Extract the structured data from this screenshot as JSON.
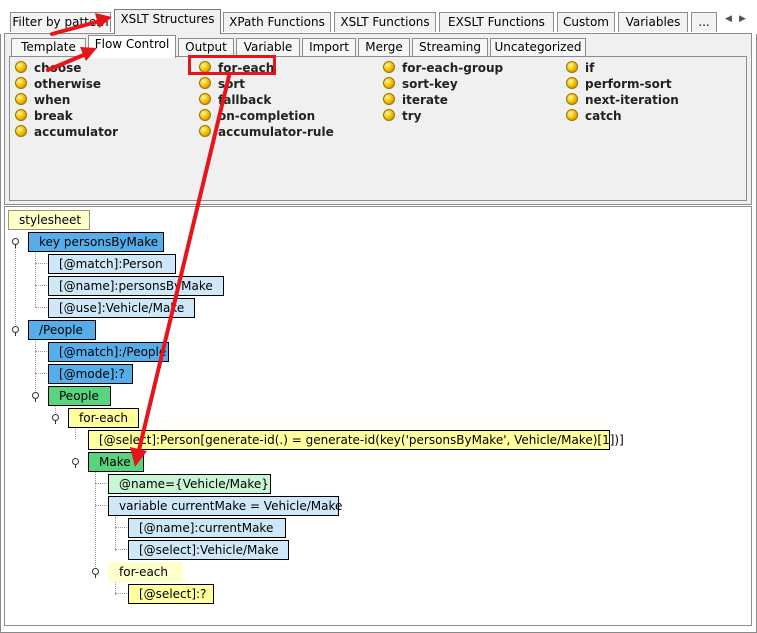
{
  "top_tabs": [
    "Filter by pattern",
    "XSLT Structures",
    "XPath Functions",
    "XSLT Functions",
    "EXSLT Functions",
    "Custom",
    "Variables",
    "..."
  ],
  "sub_tabs": [
    "Template",
    "Flow Control",
    "Output",
    "Variable",
    "Import",
    "Merge",
    "Streaming",
    "Uncategorized"
  ],
  "flow_items": {
    "col1": [
      "choose",
      "otherwise",
      "when",
      "break",
      "accumulator"
    ],
    "col2": [
      "for-each",
      "sort",
      "fallback",
      "on-completion",
      "accumulator-rule"
    ],
    "col3": [
      "for-each-group",
      "sort-key",
      "iterate",
      "try"
    ],
    "col4": [
      "if",
      "perform-sort",
      "next-iteration",
      "catch"
    ]
  },
  "tree": {
    "stylesheet": "stylesheet",
    "key": "key personsByMake",
    "key_match": "[@match]:Person",
    "key_name": "[@name]:personsByMake",
    "key_use": "[@use]:Vehicle/Make",
    "template": "/People",
    "tpl_match": "[@match]:/People",
    "tpl_mode": "[@mode]:?",
    "people": "People",
    "foreach1": "for-each",
    "foreach1_select": "[@select]:Person[generate-id(.) = generate-id(key('personsByMake', Vehicle/Make)[1])]",
    "make": "Make",
    "make_name": "@name={Vehicle/Make}",
    "variable": "variable currentMake  = Vehicle/Make",
    "var_name": "[@name]:currentMake",
    "var_select": "[@select]:Vehicle/Make",
    "foreach2": "for-each",
    "foreach2_select": "[@select]:?"
  },
  "colors": {
    "annotation": "#e8141c",
    "element_blue": "#55aeea",
    "attr_blue": "#cfe8f9",
    "element_green": "#58d47c",
    "attr_green": "#c8f5d4",
    "element_yellow": "#ffffa0",
    "root_yellow": "#ffffcc",
    "bullet": "#f5c400"
  },
  "icons": [
    "bullet-icon",
    "expand-toggle-icon",
    "scroll-left-icon",
    "scroll-right-icon"
  ]
}
